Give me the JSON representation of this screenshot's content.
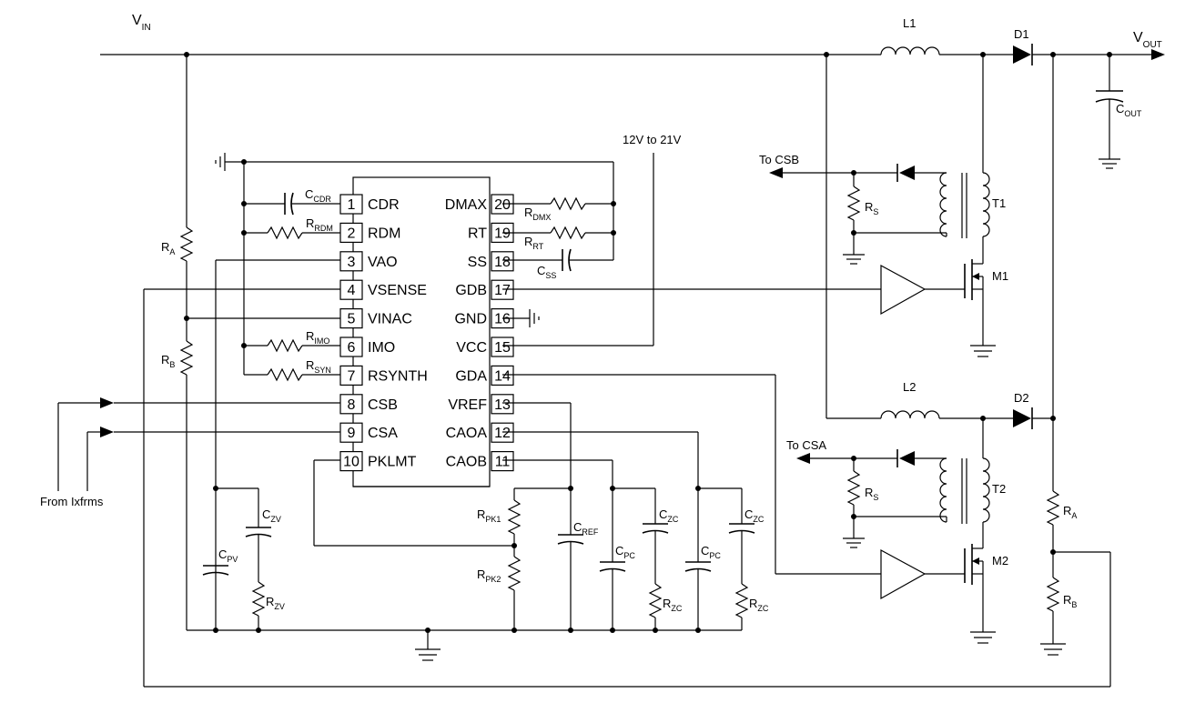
{
  "diagram": {
    "labels": {
      "vin_main": "V",
      "vin_sub": "IN",
      "vout_main": "V",
      "vout_sub": "OUT",
      "supply": "12V to 21V",
      "from_ixfrms": "From Ixfrms",
      "to_csb": "To CSB",
      "to_csa": "To CSA"
    },
    "ic_pins_left": [
      {
        "num": "1",
        "name": "CDR"
      },
      {
        "num": "2",
        "name": "RDM"
      },
      {
        "num": "3",
        "name": "VAO"
      },
      {
        "num": "4",
        "name": "VSENSE"
      },
      {
        "num": "5",
        "name": "VINAC"
      },
      {
        "num": "6",
        "name": "IMO"
      },
      {
        "num": "7",
        "name": "RSYNTH"
      },
      {
        "num": "8",
        "name": "CSB"
      },
      {
        "num": "9",
        "name": "CSA"
      },
      {
        "num": "10",
        "name": "PKLMT"
      }
    ],
    "ic_pins_right": [
      {
        "num": "20",
        "name": "DMAX"
      },
      {
        "num": "19",
        "name": "RT"
      },
      {
        "num": "18",
        "name": "SS"
      },
      {
        "num": "17",
        "name": "GDB"
      },
      {
        "num": "16",
        "name": "GND"
      },
      {
        "num": "15",
        "name": "VCC"
      },
      {
        "num": "14",
        "name": "GDA"
      },
      {
        "num": "13",
        "name": "VREF"
      },
      {
        "num": "12",
        "name": "CAOA"
      },
      {
        "num": "11",
        "name": "CAOB"
      }
    ],
    "components": {
      "L1": "L1",
      "L2": "L2",
      "D1": "D1",
      "D2": "D2",
      "T1": "T1",
      "T2": "T2",
      "M1": "M1",
      "M2": "M2",
      "cout": {
        "main": "C",
        "sub": "OUT"
      },
      "rs_top": {
        "main": "R",
        "sub": "S"
      },
      "rs_bot": {
        "main": "R",
        "sub": "S"
      },
      "ra_left": {
        "main": "R",
        "sub": "A"
      },
      "rb_left": {
        "main": "R",
        "sub": "B"
      },
      "ra_right": {
        "main": "R",
        "sub": "A"
      },
      "rb_right": {
        "main": "R",
        "sub": "B"
      },
      "ccdr": {
        "main": "C",
        "sub": "CDR"
      },
      "rrdm": {
        "main": "R",
        "sub": "RDM"
      },
      "rimo": {
        "main": "R",
        "sub": "IMO"
      },
      "rsyn": {
        "main": "R",
        "sub": "SYN"
      },
      "rdmx": {
        "main": "R",
        "sub": "DMX"
      },
      "rrt": {
        "main": "R",
        "sub": "RT"
      },
      "css": {
        "main": "C",
        "sub": "SS"
      },
      "czv": {
        "main": "C",
        "sub": "ZV"
      },
      "cpv": {
        "main": "C",
        "sub": "PV"
      },
      "rzv": {
        "main": "R",
        "sub": "ZV"
      },
      "rpk1": {
        "main": "R",
        "sub": "PK1"
      },
      "rpk2": {
        "main": "R",
        "sub": "PK2"
      },
      "cref": {
        "main": "C",
        "sub": "REF"
      },
      "cpc1": {
        "main": "C",
        "sub": "PC"
      },
      "czc1": {
        "main": "C",
        "sub": "ZC"
      },
      "rzc1": {
        "main": "R",
        "sub": "ZC"
      },
      "cpc2": {
        "main": "C",
        "sub": "PC"
      },
      "czc2": {
        "main": "C",
        "sub": "ZC"
      },
      "rzc2": {
        "main": "R",
        "sub": "ZC"
      }
    }
  }
}
